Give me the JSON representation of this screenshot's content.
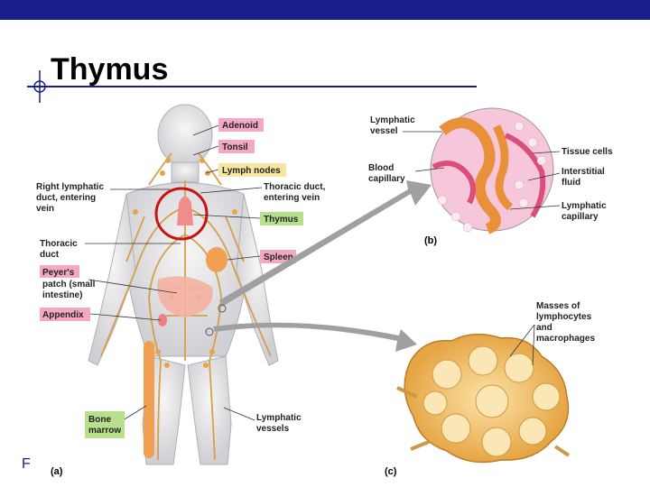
{
  "slide": {
    "title": "Thymus",
    "stray_letter": "F"
  },
  "colors": {
    "header_bar": "#1a1e8c",
    "lymph": "#d4a04a",
    "label_pink": "#f4a8c4",
    "label_green": "#b8e08c",
    "label_yellow": "#f7e5a0",
    "highlight_circle": "#cc1111"
  },
  "figure": {
    "panel_a_letter": "(a)",
    "panel_b_letter": "(b)",
    "panel_c_letter": "(c)",
    "labels_a": {
      "adenoid": "Adenoid",
      "tonsil": "Tonsil",
      "lymph_nodes": "Lymph nodes",
      "right_duct": [
        "Right lymphatic",
        "duct, entering",
        "vein"
      ],
      "thoracic_duct_vein": [
        "Thoracic duct,",
        "entering vein"
      ],
      "thymus": "Thymus",
      "thoracic_duct": [
        "Thoracic",
        "duct"
      ],
      "spleen": "Spleen",
      "peyers": [
        "Peyer's",
        "patch (small",
        "intestine)"
      ],
      "appendix": "Appendix",
      "bone_marrow": [
        "Bone",
        "marrow"
      ],
      "lymphatic_vessels": [
        "Lymphatic",
        "vessels"
      ]
    },
    "labels_b": {
      "lymphatic_vessel": [
        "Lymphatic",
        "vessel"
      ],
      "blood_capillary": [
        "Blood",
        "capillary"
      ],
      "tissue_cells": "Tissue cells",
      "interstitial_fluid": [
        "Interstitial",
        "fluid"
      ],
      "lymphatic_capillary": [
        "Lymphatic",
        "capillary"
      ]
    },
    "labels_c": {
      "masses": [
        "Masses of",
        "lymphocytes",
        "and",
        "macrophages"
      ]
    }
  }
}
